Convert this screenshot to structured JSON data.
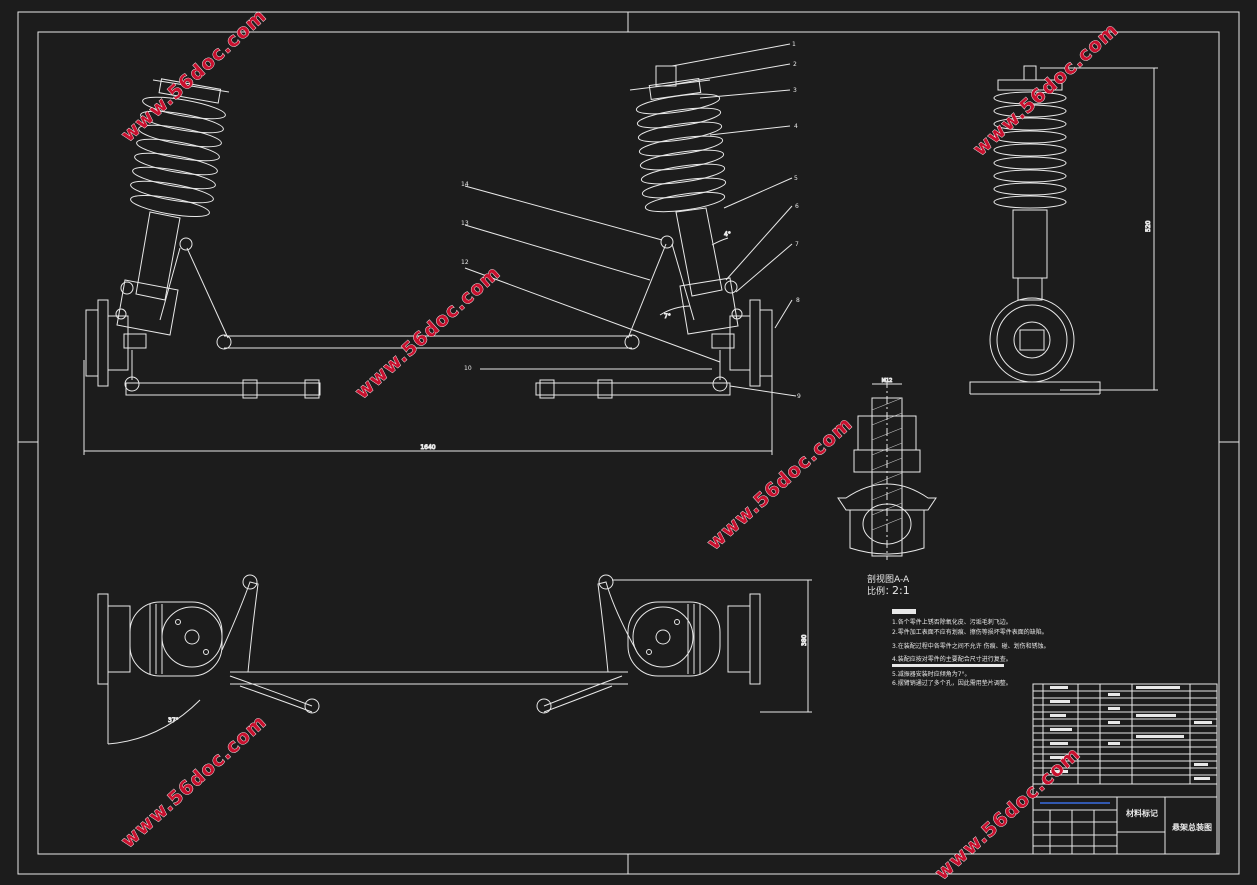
{
  "watermark": "www.56doc.com",
  "balloons": [
    "1",
    "2",
    "3",
    "4",
    "5",
    "6",
    "7",
    "8",
    "9",
    "10",
    "12",
    "13",
    "14"
  ],
  "section": {
    "title": "剖视图A-A",
    "scale_label": "比例：",
    "scale_value": "2:1"
  },
  "notes": {
    "heading": "技术要求",
    "lines": [
      "1.各个零件上锈否除氧化皮、污垢毛刺飞边。",
      "2.零件加工表面不应有划痕、擦伤等损坏零件表面的缺陷。",
      "3.在装配过程中各零件之间不允许 伤痕、碰、划伤和锈蚀。",
      "4.装配应按对零件的主要配合尺寸进行复查。",
      "5.减振器安装时应倾角为7°。",
      "6.摆臂销通过了多个孔，因此需用垫片调整。"
    ]
  },
  "title_block": {
    "material_mark": "材料标记",
    "drawing_name": "悬架总装图"
  },
  "colors": {
    "background": "#1c1c1c",
    "lines": "#e8e8e8",
    "watermark": "#c8102e",
    "title_highlight": "#3a6de0"
  }
}
